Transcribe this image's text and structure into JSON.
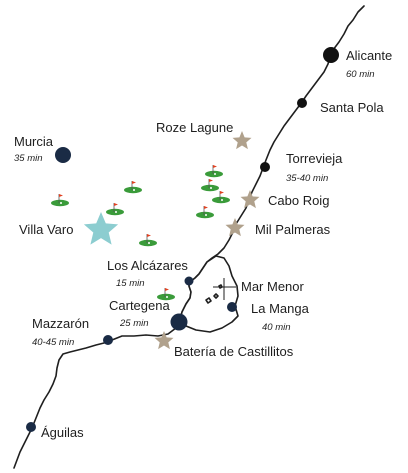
{
  "colors": {
    "town_dot": "#1a2b45",
    "city_dot": "#111111",
    "resort_star": "#b0a18c",
    "villa_star": "#8ccdd0",
    "golf_green": "#3a9b3a",
    "golf_flag": "#e04020",
    "coastline": "#1f1f1f"
  },
  "places": [
    {
      "id": "alicante",
      "name": "Alicante",
      "time": "60 min",
      "symbol": "city-dot"
    },
    {
      "id": "santa-pola",
      "name": "Santa Pola",
      "time": "",
      "symbol": "city-dot"
    },
    {
      "id": "torrevieja",
      "name": "Torrevieja",
      "time": "35-40 min",
      "symbol": "city-dot"
    },
    {
      "id": "murcia",
      "name": "Murcia",
      "time": "35 min",
      "symbol": "town-dot"
    },
    {
      "id": "roze-lagune",
      "name": "Roze Lagune",
      "time": "",
      "symbol": "resort-star"
    },
    {
      "id": "cabo-roig",
      "name": "Cabo Roig",
      "time": "",
      "symbol": "resort-star"
    },
    {
      "id": "mil-palmeras",
      "name": "Mil Palmeras",
      "time": "",
      "symbol": "resort-star"
    },
    {
      "id": "villa-varo",
      "name": "Villa Varo",
      "time": "",
      "symbol": "villa-star"
    },
    {
      "id": "los-alcazares",
      "name": "Los Alcázares",
      "time": "15 min",
      "symbol": "town-dot"
    },
    {
      "id": "mar-menor",
      "name": "Mar Menor",
      "time": "",
      "symbol": "leader-line"
    },
    {
      "id": "la-manga",
      "name": "La Manga",
      "time": "40 min",
      "symbol": "town-dot"
    },
    {
      "id": "cartegena",
      "name": "Cartegena",
      "time": "25 min",
      "symbol": "town-dot"
    },
    {
      "id": "mazzaron",
      "name": "Mazzarón",
      "time": "40-45 min",
      "symbol": "town-dot"
    },
    {
      "id": "bateria",
      "name": "Batería de Castillitos",
      "time": "",
      "symbol": "resort-star"
    },
    {
      "id": "aguilas",
      "name": "Águilas",
      "time": "",
      "symbol": "town-dot"
    }
  ],
  "golf_courses": [
    {
      "id": "golf-1"
    },
    {
      "id": "golf-2"
    },
    {
      "id": "golf-3"
    },
    {
      "id": "golf-4"
    },
    {
      "id": "golf-5"
    },
    {
      "id": "golf-6"
    },
    {
      "id": "golf-7"
    },
    {
      "id": "golf-8"
    },
    {
      "id": "golf-9"
    }
  ]
}
